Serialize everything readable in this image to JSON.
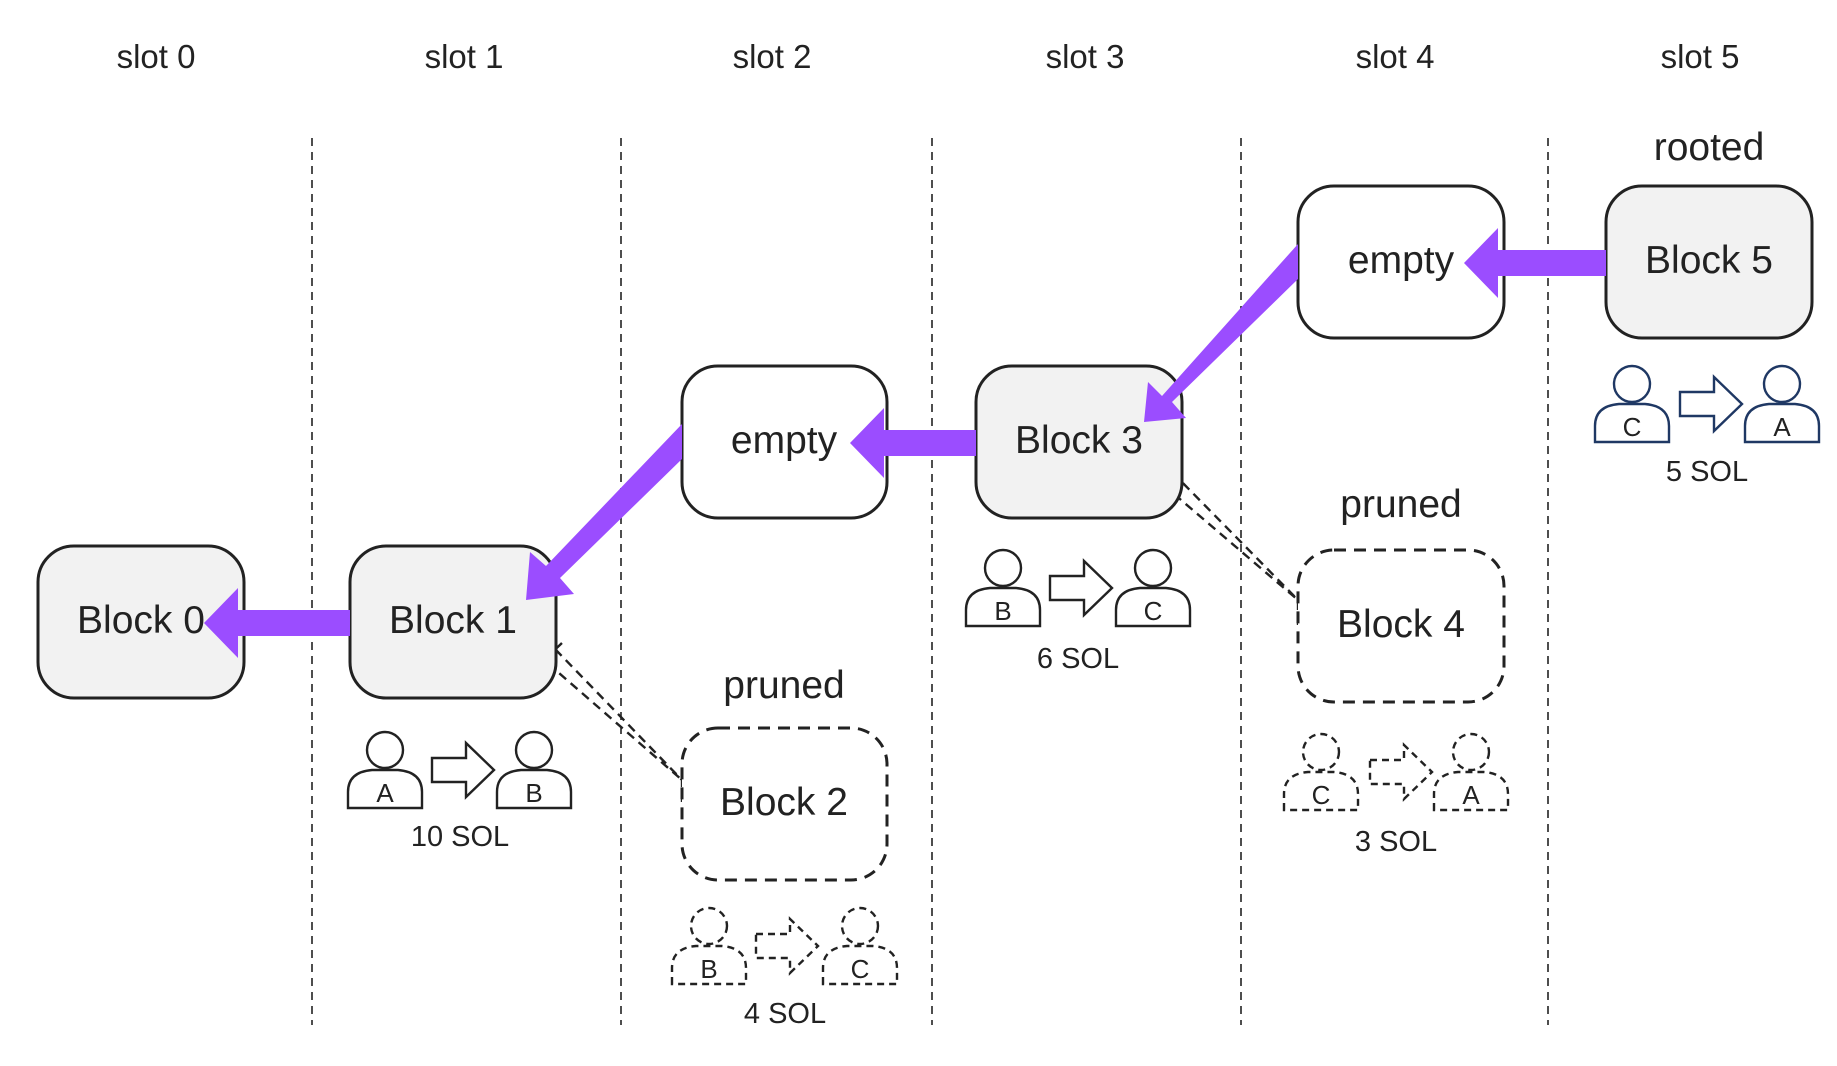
{
  "colors": {
    "parent_arrow": "#9b4dff",
    "block_fill": "#f2f2f2",
    "empty_fill": "#ffffff",
    "stroke": "#222222",
    "rooted_person": "#1f3864"
  },
  "slots": [
    "slot 0",
    "slot 1",
    "slot 2",
    "slot 3",
    "slot 4",
    "slot 5"
  ],
  "blocks": [
    {
      "id": "block-0",
      "label": "Block 0",
      "status": "confirmed"
    },
    {
      "id": "block-1",
      "label": "Block 1",
      "status": "confirmed"
    },
    {
      "id": "slot2-empty",
      "label": "empty",
      "status": "empty"
    },
    {
      "id": "block-2",
      "label": "Block 2",
      "status": "pruned"
    },
    {
      "id": "block-3",
      "label": "Block 3",
      "status": "confirmed"
    },
    {
      "id": "slot4-empty",
      "label": "empty",
      "status": "empty"
    },
    {
      "id": "block-4",
      "label": "Block 4",
      "status": "pruned"
    },
    {
      "id": "block-5",
      "label": "Block 5",
      "status": "rooted"
    }
  ],
  "state_labels": {
    "pruned_block2": "pruned",
    "pruned_block4": "pruned",
    "rooted_block5": "rooted"
  },
  "transfers": [
    {
      "block": "Block 1",
      "from": "A",
      "to": "B",
      "amount": "10 SOL",
      "style": "solid"
    },
    {
      "block": "Block 2",
      "from": "B",
      "to": "C",
      "amount": "4 SOL",
      "style": "dashed"
    },
    {
      "block": "Block 3",
      "from": "B",
      "to": "C",
      "amount": "6 SOL",
      "style": "solid"
    },
    {
      "block": "Block 4",
      "from": "C",
      "to": "A",
      "amount": "3 SOL",
      "style": "dashed"
    },
    {
      "block": "Block 5",
      "from": "C",
      "to": "A",
      "amount": "5 SOL",
      "style": "rooted"
    }
  ],
  "icons": {
    "person": "person-icon",
    "transfer": "transfer-arrow-icon",
    "parent_link": "parent-arrow",
    "fork_link": "fork-arrow"
  }
}
